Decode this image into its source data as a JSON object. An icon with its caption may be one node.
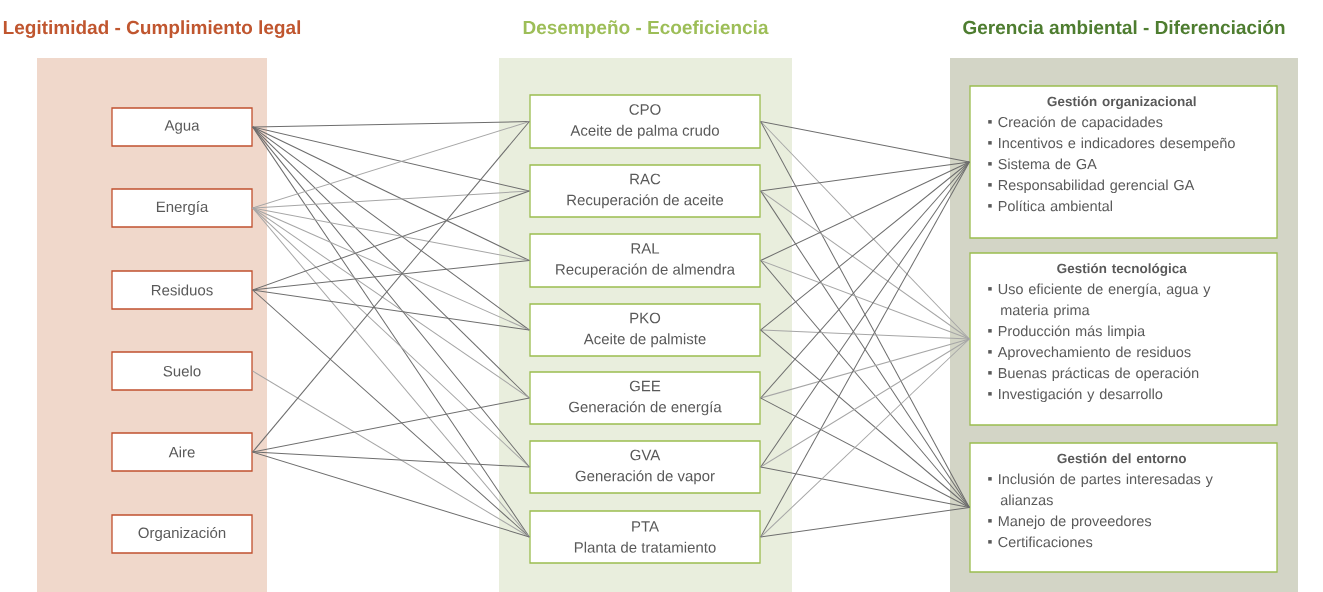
{
  "diagram": {
    "nodes": [
      {
        "text": [
          "Legitimidad - Cumplimiento legal"
        ]
      },
      {
        "text": [
          "Agua"
        ],
        "in": 0
      },
      {
        "text": [
          "Energía"
        ],
        "in": 0
      },
      {
        "text": [
          "Residuos"
        ],
        "in": 0
      },
      {
        "text": [
          "Suelo"
        ],
        "in": 0
      },
      {
        "text": [
          "Aire"
        ],
        "in": 0
      },
      {
        "text": [
          "Organización"
        ],
        "in": 0
      },
      {
        "text": [
          "Desempeño - Ecoeficiencia"
        ]
      },
      {
        "text": [
          "CPO",
          "Aceite de palma crudo"
        ],
        "in": 7
      },
      {
        "text": [
          "RAC",
          "Recuperación de aceite"
        ],
        "in": 7
      },
      {
        "text": [
          "RAL",
          "Recuperación de almendra"
        ],
        "in": 7
      },
      {
        "text": [
          "PKO",
          "Aceite de palmiste"
        ],
        "in": 7
      },
      {
        "text": [
          "GEE",
          "Generación de energía"
        ],
        "in": 7
      },
      {
        "text": [
          "GVA",
          "Generación de vapor"
        ],
        "in": 7
      },
      {
        "text": [
          "PTA",
          "Planta de tratamiento"
        ],
        "in": 7
      },
      {
        "text": [
          "Gerencia ambiental - Diferenciación"
        ]
      },
      {
        "text": [
          "Gestión organizacional",
          "Creación de capacidades",
          "Incentivos e indicadores desempeño",
          "Sistema de GA",
          "Responsabilidad gerencial GA",
          "Política ambiental"
        ],
        "in": 15
      },
      {
        "text": [
          "Gestión tecnológica",
          "Uso eficiente de energía, agua y materia prima",
          "Producción más limpia",
          "Aprovechamiento de residuos",
          "Buenas prácticas de operación",
          "Investigación y desarrollo"
        ],
        "in": 15
      },
      {
        "text": [
          "Gestión del entorno",
          "Inclusión de partes interesadas y alianzas",
          "Manejo de proveedores",
          "Certificaciones"
        ],
        "in": 15
      }
    ],
    "edges": [
      {
        "from": 1,
        "to": 8,
        "arrow": "none"
      },
      {
        "from": 1,
        "to": 9,
        "arrow": "none"
      },
      {
        "from": 1,
        "to": 10,
        "arrow": "none"
      },
      {
        "from": 1,
        "to": 11,
        "arrow": "none"
      },
      {
        "from": 1,
        "to": 12,
        "arrow": "none"
      },
      {
        "from": 1,
        "to": 13,
        "arrow": "none"
      },
      {
        "from": 1,
        "to": 14,
        "arrow": "none"
      },
      {
        "from": 2,
        "to": 8,
        "arrow": "none",
        "color": "#a6a6a6"
      },
      {
        "from": 2,
        "to": 9,
        "arrow": "none",
        "color": "#a6a6a6"
      },
      {
        "from": 2,
        "to": 10,
        "arrow": "none",
        "color": "#a6a6a6"
      },
      {
        "from": 2,
        "to": 11,
        "arrow": "none",
        "color": "#a6a6a6"
      },
      {
        "from": 2,
        "to": 12,
        "arrow": "none",
        "color": "#a6a6a6"
      },
      {
        "from": 2,
        "to": 13,
        "arrow": "none",
        "color": "#a6a6a6"
      },
      {
        "from": 2,
        "to": 14,
        "arrow": "none",
        "color": "#a6a6a6"
      },
      {
        "from": 3,
        "to": 9,
        "arrow": "none"
      },
      {
        "from": 3,
        "to": 10,
        "arrow": "none"
      },
      {
        "from": 3,
        "to": 11,
        "arrow": "none"
      },
      {
        "from": 3,
        "to": 14,
        "arrow": "none"
      },
      {
        "from": 4,
        "to": 14,
        "arrow": "none",
        "color": "#a6a6a6"
      },
      {
        "from": 5,
        "to": 8,
        "arrow": "none"
      },
      {
        "from": 5,
        "to": 12,
        "arrow": "none"
      },
      {
        "from": 5,
        "to": 13,
        "arrow": "none"
      },
      {
        "from": 5,
        "to": 14,
        "arrow": "none"
      },
      {
        "from": 8,
        "to": 16,
        "arrow": "none"
      },
      {
        "from": 8,
        "to": 17,
        "arrow": "none",
        "color": "#a6a6a6"
      },
      {
        "from": 8,
        "to": 18,
        "arrow": "none"
      },
      {
        "from": 9,
        "to": 16,
        "arrow": "none"
      },
      {
        "from": 9,
        "to": 17,
        "arrow": "none",
        "color": "#a6a6a6"
      },
      {
        "from": 9,
        "to": 18,
        "arrow": "none"
      },
      {
        "from": 10,
        "to": 16,
        "arrow": "none"
      },
      {
        "from": 10,
        "to": 17,
        "arrow": "none",
        "color": "#a6a6a6"
      },
      {
        "from": 10,
        "to": 18,
        "arrow": "none"
      },
      {
        "from": 11,
        "to": 16,
        "arrow": "none"
      },
      {
        "from": 11,
        "to": 17,
        "arrow": "none",
        "color": "#a6a6a6"
      },
      {
        "from": 11,
        "to": 18,
        "arrow": "none"
      },
      {
        "from": 12,
        "to": 16,
        "arrow": "none"
      },
      {
        "from": 12,
        "to": 17,
        "arrow": "none",
        "color": "#a6a6a6"
      },
      {
        "from": 12,
        "to": 18,
        "arrow": "none"
      },
      {
        "from": 13,
        "to": 16,
        "arrow": "none"
      },
      {
        "from": 13,
        "to": 17,
        "arrow": "none",
        "color": "#a6a6a6"
      },
      {
        "from": 13,
        "to": 18,
        "arrow": "none"
      },
      {
        "from": 14,
        "to": 16,
        "arrow": "none"
      },
      {
        "from": 14,
        "to": 17,
        "arrow": "none",
        "color": "#a6a6a6"
      },
      {
        "from": 14,
        "to": 18,
        "arrow": "none"
      }
    ]
  }
}
